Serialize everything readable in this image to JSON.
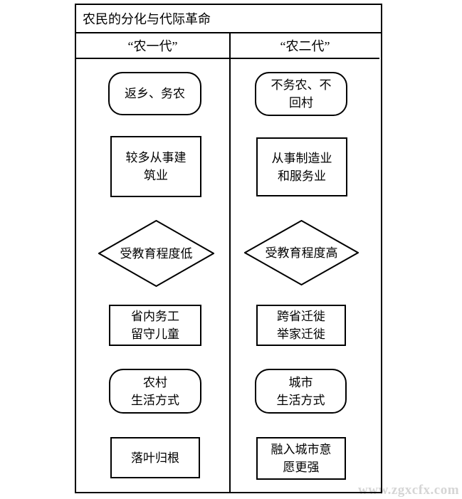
{
  "title": "农民的分化与代际革命",
  "watermark": "www.zgxcfx.com",
  "colors": {
    "border": "#000000",
    "background": "#ffffff",
    "watermark": "#d5d5d5"
  },
  "columns": [
    {
      "header": "“农一代”",
      "shapes": [
        {
          "type": "rounded",
          "lines": [
            "返乡、务农"
          ]
        },
        {
          "type": "rect",
          "lines": [
            "较多从事建",
            "筑业"
          ]
        },
        {
          "type": "diamond",
          "lines": [
            "受教育程度低"
          ]
        },
        {
          "type": "rect",
          "lines": [
            "省内务工",
            "留守儿童"
          ]
        },
        {
          "type": "rounded",
          "lines": [
            "农村",
            "生活方式"
          ]
        },
        {
          "type": "rect",
          "lines": [
            "落叶归根"
          ]
        }
      ]
    },
    {
      "header": "“农二代”",
      "shapes": [
        {
          "type": "rounded",
          "lines": [
            "不务农、不",
            "回村"
          ]
        },
        {
          "type": "rect",
          "lines": [
            "从事制造业",
            "和服务业"
          ]
        },
        {
          "type": "diamond",
          "lines": [
            "受教育程度高"
          ]
        },
        {
          "type": "rect",
          "lines": [
            "跨省迁徙",
            "举家迁徙"
          ]
        },
        {
          "type": "rounded",
          "lines": [
            "城市",
            "生活方式"
          ]
        },
        {
          "type": "rect",
          "lines": [
            "融入城市意",
            "愿更强"
          ]
        }
      ]
    }
  ]
}
